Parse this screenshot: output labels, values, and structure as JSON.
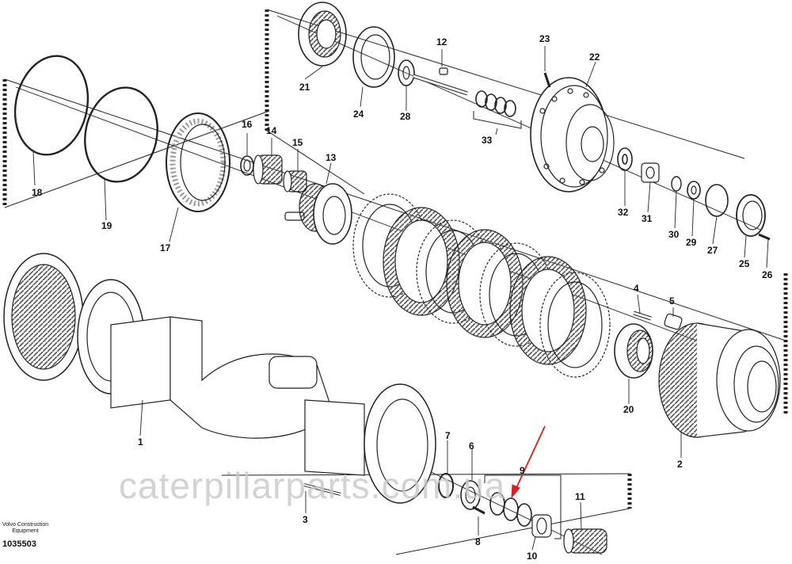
{
  "publisher": "Volvo Construction Equipment",
  "drawing_number": "1035503",
  "watermark": "caterpillarparts.com.ua",
  "highlight_color": "#d42020",
  "part_labels": {
    "p1": "1",
    "p2": "2",
    "p3": "3",
    "p4": "4",
    "p5": "5",
    "p6": "6",
    "p7": "7",
    "p8": "8",
    "p9": "9",
    "p10": "10",
    "p11": "11",
    "p12": "12",
    "p13": "13",
    "p14": "14",
    "p15": "15",
    "p16": "16",
    "p17": "17",
    "p18": "18",
    "p19": "19",
    "p20": "20",
    "p21": "21",
    "p22": "22",
    "p23": "23",
    "p24": "24",
    "p25": "25",
    "p26": "26",
    "p27": "27",
    "p28": "28",
    "p29": "29",
    "p30": "30",
    "p31": "31",
    "p32": "32",
    "p33": "33"
  }
}
